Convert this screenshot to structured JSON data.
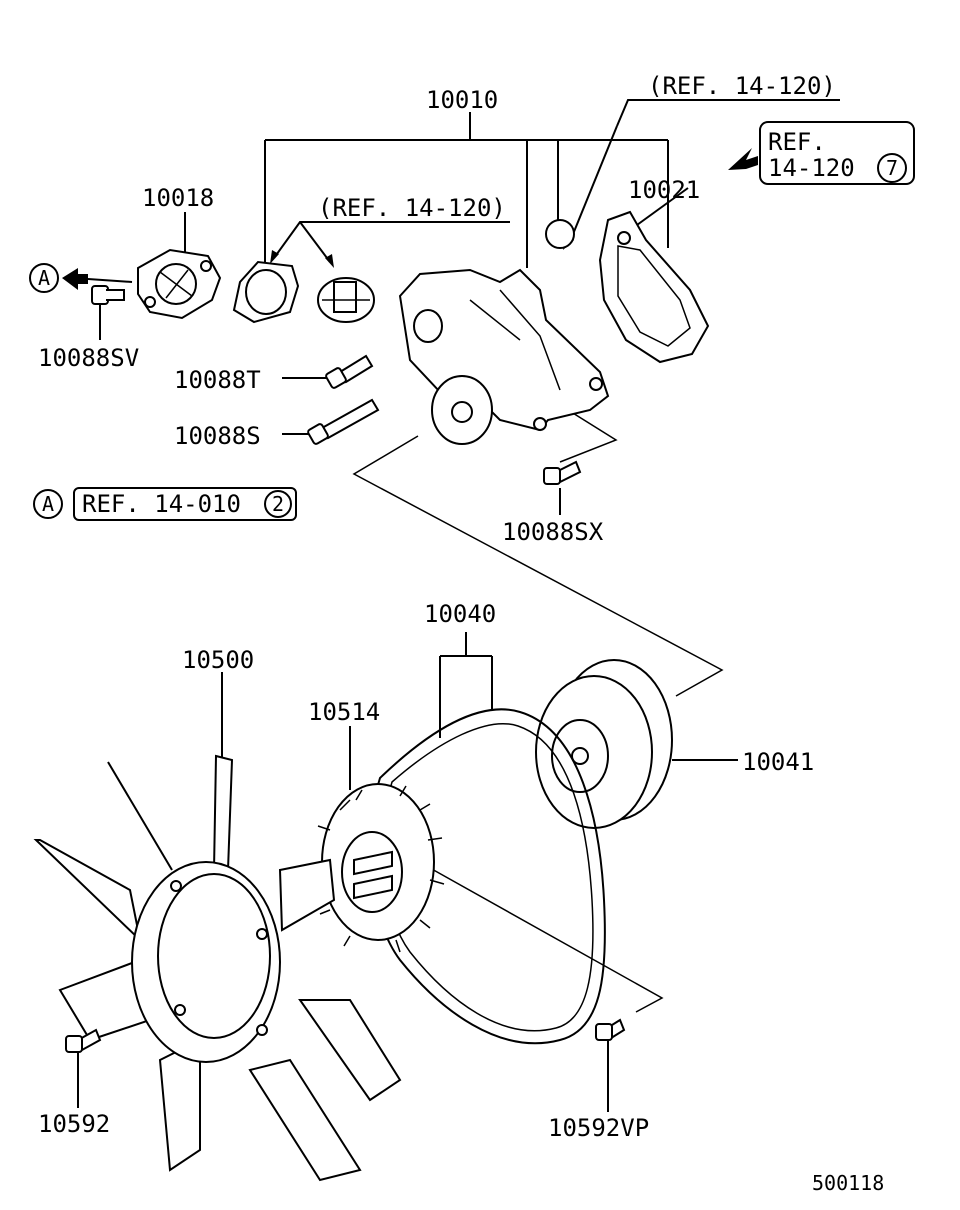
{
  "parts": {
    "p10010": "10010",
    "p10018": "10018",
    "p10021": "10021",
    "p10088SV": "10088SV",
    "p10088T": "10088T",
    "p10088S": "10088S",
    "p10088SX": "10088SX",
    "p10040": "10040",
    "p10041": "10041",
    "p10500": "10500",
    "p10514": "10514",
    "p10592": "10592",
    "p10592VP": "10592VP"
  },
  "refs": {
    "ref_top": "(REF. 14-120)",
    "ref_mid": "(REF. 14-120)",
    "ref_box_line1": "REF.",
    "ref_box_line2": "14-120",
    "ref_box_circle": "7",
    "ref_a_box": "REF. 14-010",
    "ref_a_circle": "2",
    "marker_a": "A"
  },
  "diagram_code": "500118",
  "colors": {
    "ink": "#000000",
    "paper": "#ffffff"
  }
}
